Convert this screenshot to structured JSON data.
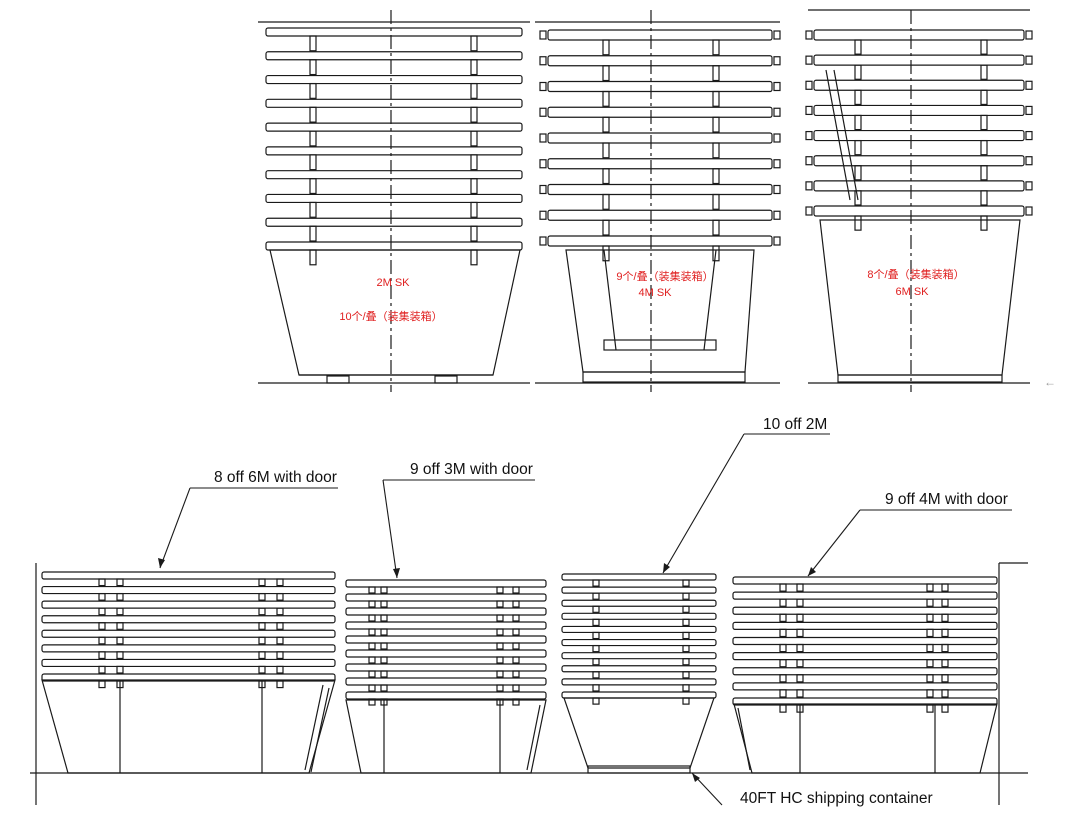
{
  "top_views": [
    {
      "id": "2m",
      "labels": [
        "2M SK",
        "10个/叠（装集装箱）"
      ]
    },
    {
      "id": "4m",
      "labels": [
        "9个/叠（装集装箱）",
        "4M SK"
      ]
    },
    {
      "id": "6m",
      "labels": [
        "8个/叠（装集装箱）",
        "6M SK"
      ]
    }
  ],
  "callouts": {
    "c6m": "8 off 6M with door",
    "c3m": "9 off 3M with door",
    "c2m": "10 off 2M",
    "c4m": "9 off 4M with door",
    "container": "40FT HC shipping container"
  },
  "stack_counts": {
    "view_2m": 10,
    "view_4m": 9,
    "view_6m": 8,
    "row_6m": 8,
    "row_3m": 9,
    "row_2m": 10,
    "row_4m": 9
  },
  "side_arrow": "←",
  "colors": {
    "line": "#1a1a1a",
    "label_red": "#e02020",
    "text": "#111111"
  }
}
